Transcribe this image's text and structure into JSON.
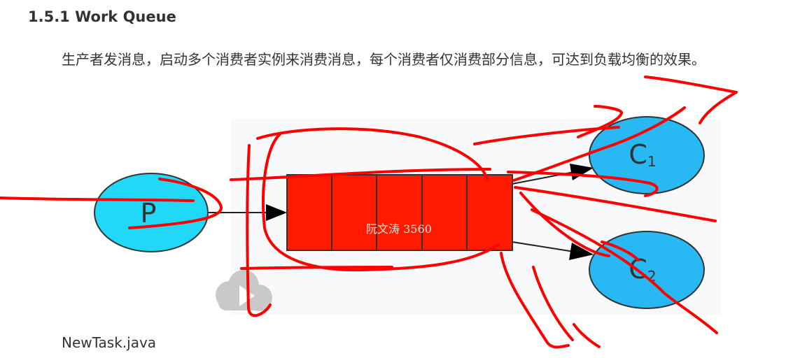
{
  "section": {
    "heading": "1.5.1 Work Queue",
    "paragraph": "生产者发消息，启动多个消费者实例来消费消息，每个消费者仅消费部分信息，可达到负载均衡的效果。"
  },
  "diagram": {
    "producer_label": "P",
    "consumer1_label": "C",
    "consumer1_sub": "1",
    "consumer2_label": "C",
    "consumer2_sub": "2",
    "watermark": "阮文涛 3560",
    "colors": {
      "producer_fill": "#22d8f8",
      "consumer_fill": "#28b8f4",
      "queue_fill": "#ff1a00",
      "annotation": "#ff0000",
      "play_overlay": "#c9c9c9"
    },
    "icons": [
      "play-icon"
    ]
  },
  "footer": {
    "filename": "NewTask.java"
  }
}
